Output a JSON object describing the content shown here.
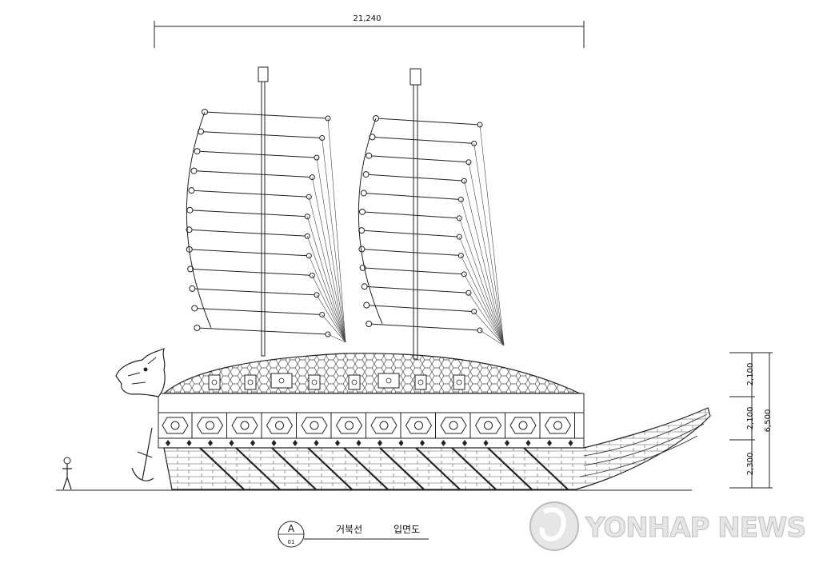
{
  "drawing": {
    "overall_length": "21,240",
    "heights": [
      "2,100",
      "2,100",
      "2,300"
    ],
    "total_height": "6,500",
    "title_block": {
      "sheet_letter": "A",
      "sheet_number": "01",
      "ship_name": "거북선",
      "view_name": "입면도"
    }
  },
  "watermark": {
    "text": "YONHAP NEWS",
    "logo": "yonhap-logo-icon"
  }
}
